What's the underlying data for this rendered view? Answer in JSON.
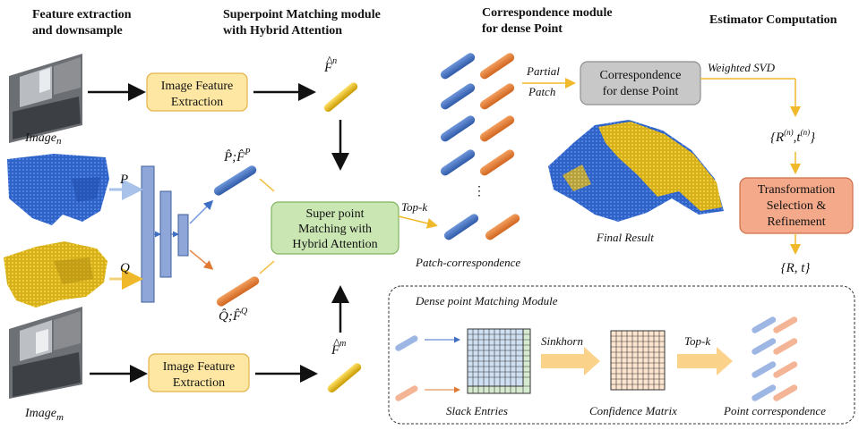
{
  "headers": {
    "col1_line1": "Feature extraction",
    "col1_line2": "and downsample",
    "col2_line1": "Superpoint Matching module",
    "col2_line2": "with Hybrid Attention",
    "col3_line1": "Correspondence module",
    "col3_line2": "for dense Point",
    "col4": "Estimator Computation"
  },
  "inputs": {
    "image_n_label": "Image",
    "image_n_sub": "n",
    "image_m_label": "Image",
    "image_m_sub": "m",
    "p_label": "P",
    "q_label": "Q"
  },
  "boxes": {
    "feat_top_line1": "Image Feature",
    "feat_top_line2": "Extraction",
    "feat_bot_line1": "Image Feature",
    "feat_bot_line2": "Extraction",
    "superpoint_line1": "Super point",
    "superpoint_line2": "Matching with",
    "superpoint_line3": "Hybrid Attention",
    "corr_line1": "Correspondence",
    "corr_line2": "for dense Point",
    "transform_line1": "Transformation",
    "transform_line2": "Selection &",
    "transform_line3": "Refinement"
  },
  "features": {
    "fn_base": "F",
    "fn_sup": "n",
    "fm_base": "F",
    "fm_sup": "m",
    "p_feat": "P̂;F̂",
    "p_feat_sup": "P",
    "q_feat": "Q̂;F̂",
    "q_feat_sup": "Q"
  },
  "labels": {
    "partial_line1": "Partial",
    "partial_line2": "Patch",
    "weighted_svd": "Weighted SVD",
    "topk_top": "Top-k",
    "patch_corr": "Patch-correspondence",
    "final_result": "Final Result",
    "rt_n": "{R",
    "rt_n_sup": "(n)",
    "rt_n_mid": ",t",
    "rt_n_sup2": "(n)",
    "rt_n_end": "}",
    "rt_final": "{R, t}",
    "dots": "⋮"
  },
  "dense_module": {
    "title": "Dense point Matching Module",
    "sinkhorn": "Sinkhorn",
    "topk": "Top-k",
    "slack": "Slack Entries",
    "confidence": "Confidence Matrix",
    "point_corr": "Point correspondence"
  },
  "colors": {
    "blue": "#3f6fc4",
    "orange": "#e07a33",
    "gold": "#e7b800",
    "yellow_box": "#fde7a3",
    "green_box": "#c9e6b3",
    "gray_box": "#c8c8c8",
    "salmon_box": "#f4a98a",
    "arrow_yellow": "#f6c651"
  }
}
